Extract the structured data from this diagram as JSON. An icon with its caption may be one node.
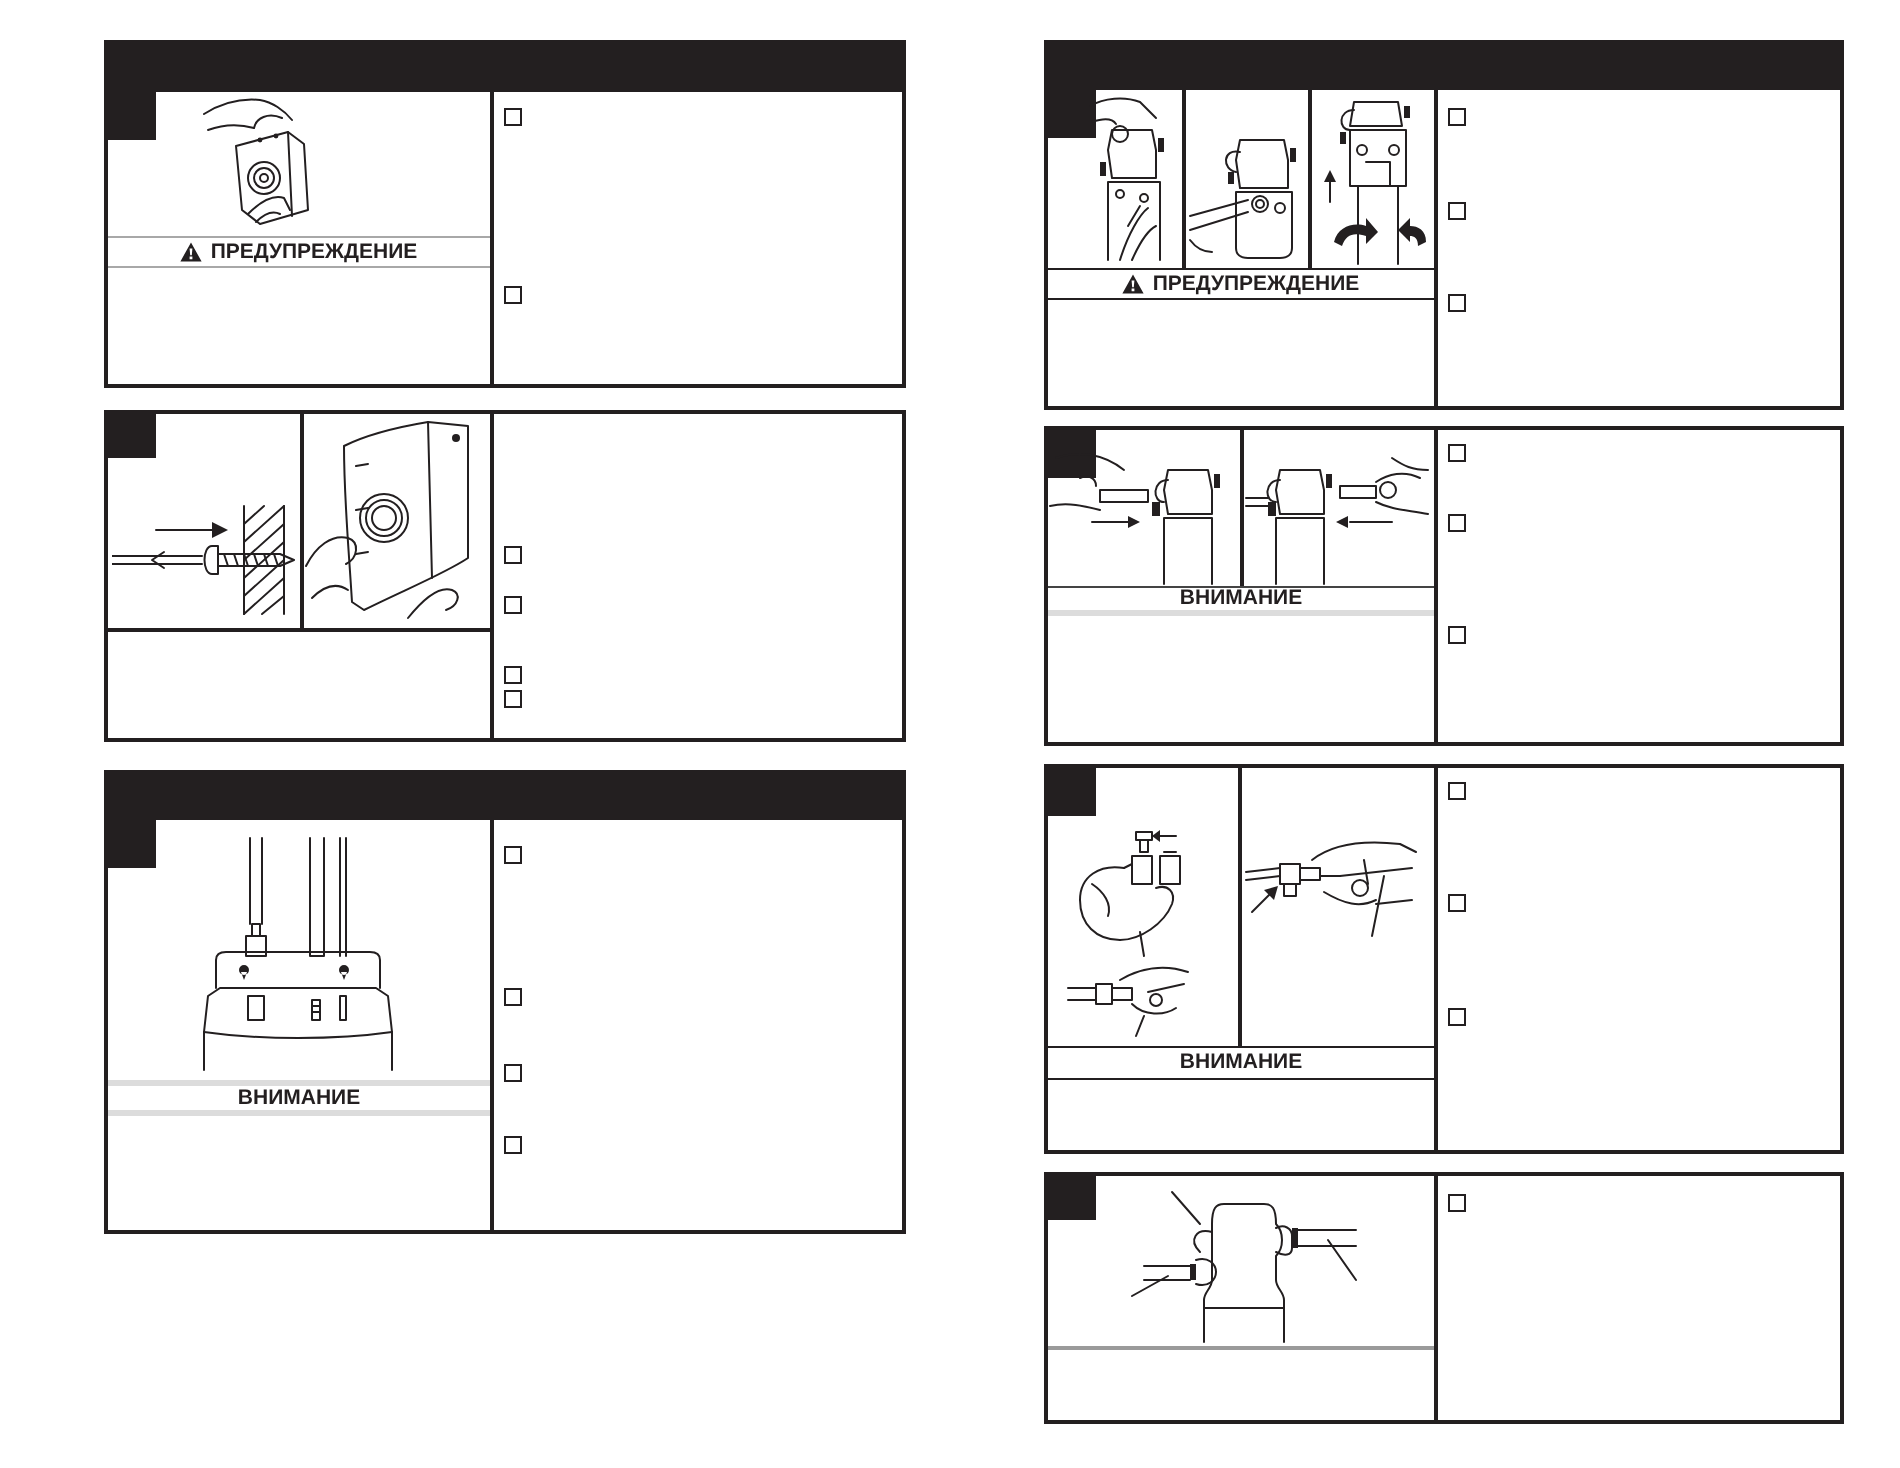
{
  "diagram": {
    "nodes": [
      {
        "text": [
          "ПРЕДУПРЕЖДЕНИЕ"
        ]
      },
      {
        "text": [],
        "shape": "box"
      },
      {
        "text": [
          "ВНИМАНИЕ"
        ]
      },
      {
        "text": [
          "ПРЕДУПРЕЖДЕНИЕ"
        ]
      },
      {
        "text": [
          "ВНИМАНИЕ"
        ]
      },
      {
        "text": [
          "ВНИМАНИЕ"
        ]
      },
      {
        "text": [],
        "shape": "box"
      }
    ]
  }
}
